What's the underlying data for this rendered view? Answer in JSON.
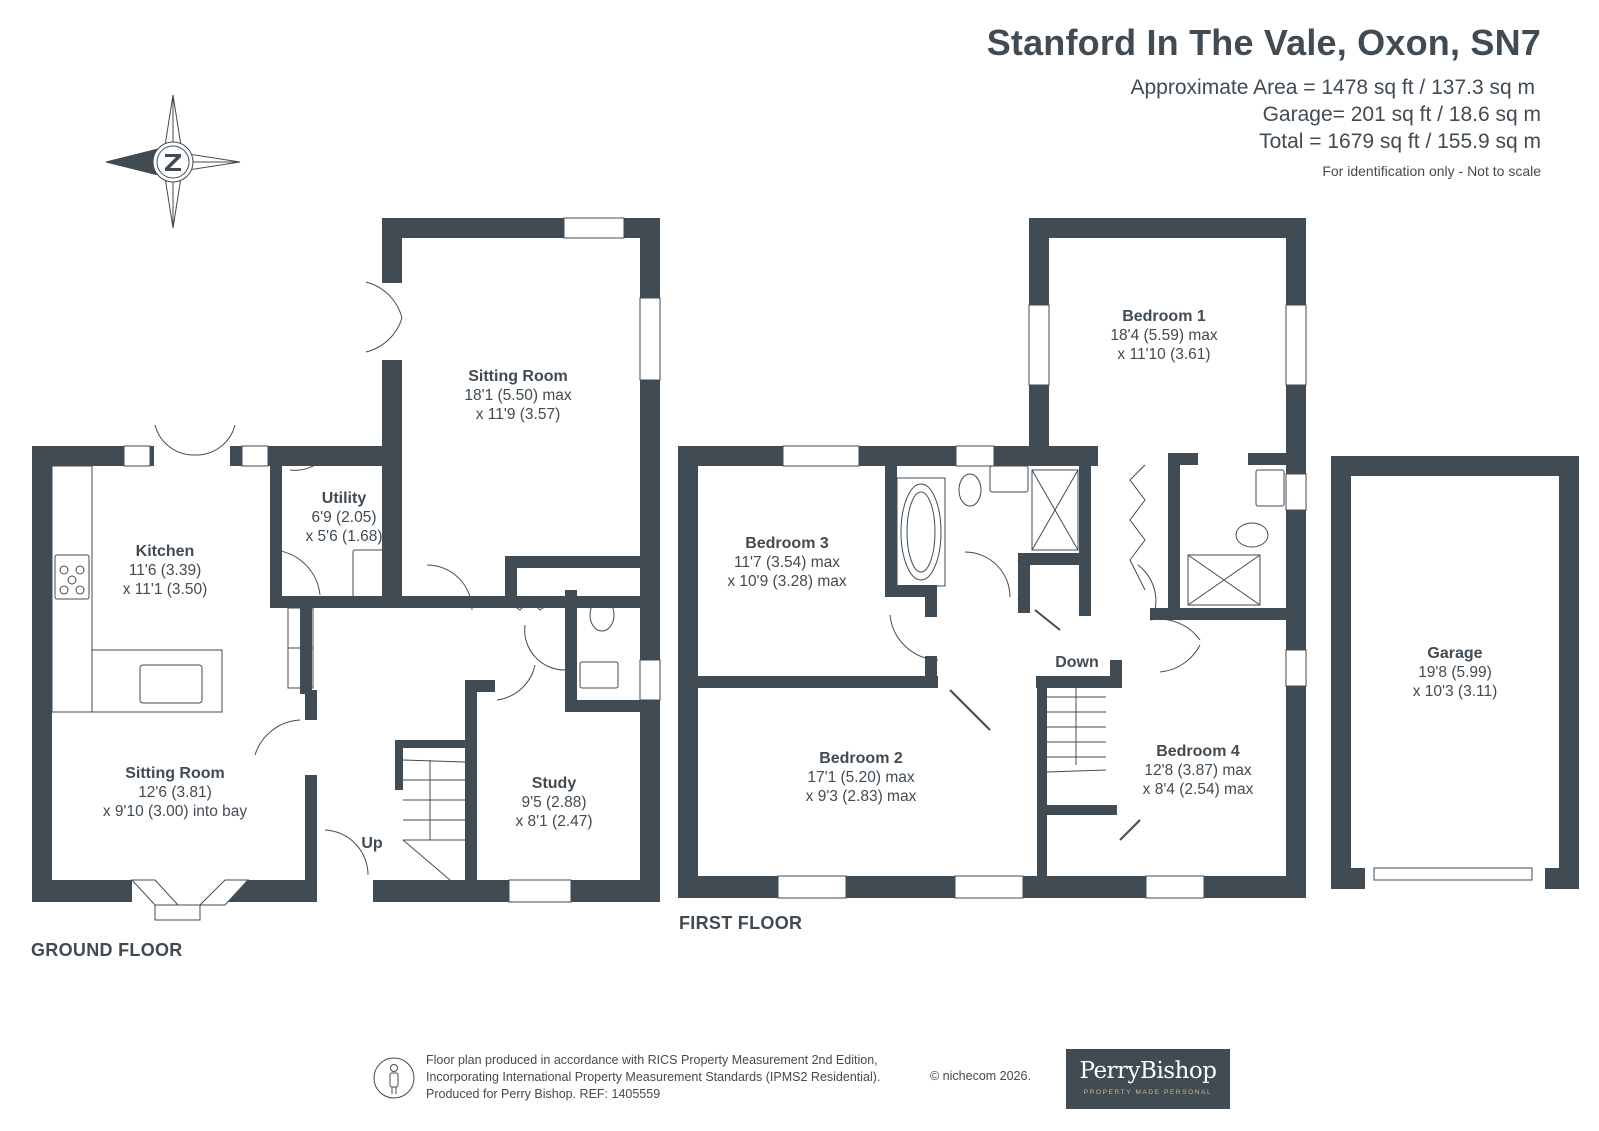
{
  "header": {
    "title": "Stanford In The Vale, Oxon, SN7",
    "areas": [
      "Approximate Area = 1478 sq ft / 137.3 sq m",
      "Garage= 201 sq ft / 18.6 sq m",
      "Total = 1679 sq ft / 155.9 sq m"
    ],
    "disclaimer": "For identification only - Not to scale"
  },
  "compass": {
    "icon": "north-compass-icon",
    "label": "N"
  },
  "floors": {
    "ground": {
      "label": "GROUND FLOOR",
      "rooms": [
        {
          "name": "Kitchen",
          "dim1": "11'6 (3.39)",
          "dim2": "x 11'1 (3.50)"
        },
        {
          "name": "Utility",
          "dim1": "6'9 (2.05)",
          "dim2": "x 5'6 (1.68)"
        },
        {
          "name": "Sitting Room",
          "dim1": "18'1 (5.50) max",
          "dim2": "x 11'9 (3.57)"
        },
        {
          "name": "Sitting Room",
          "dim1": "12'6 (3.81)",
          "dim2": "x 9'10 (3.00) into bay"
        },
        {
          "name": "Study",
          "dim1": "9'5 (2.88)",
          "dim2": "x 8'1 (2.47)"
        }
      ],
      "stairs_label": "Up"
    },
    "first": {
      "label": "FIRST FLOOR",
      "rooms": [
        {
          "name": "Bedroom 1",
          "dim1": "18'4 (5.59) max",
          "dim2": "x 11'10 (3.61)"
        },
        {
          "name": "Bedroom 3",
          "dim1": "11'7 (3.54) max",
          "dim2": "x 10'9 (3.28) max"
        },
        {
          "name": "Bedroom 2",
          "dim1": "17'1 (5.20) max",
          "dim2": "x 9'3 (2.83) max"
        },
        {
          "name": "Bedroom 4",
          "dim1": "12'8 (3.87) max",
          "dim2": "x 8'4 (2.54) max"
        }
      ],
      "stairs_label": "Down"
    },
    "garage": {
      "rooms": [
        {
          "name": "Garage",
          "dim1": "19'8 (5.99)",
          "dim2": "x 10'3 (3.11)"
        }
      ]
    }
  },
  "footer": {
    "lines": [
      "Floor plan produced in accordance with RICS Property Measurement 2nd Edition,",
      "Incorporating International Property Measurement Standards (IPMS2 Residential).",
      "Produced for Perry Bishop.   REF: 1405559"
    ],
    "copyright": "© nichecom 2026.",
    "logo_name": "PerryBishop",
    "logo_tagline": "PROPERTY MADE PERSONAL"
  },
  "colors": {
    "wall": "#414b53",
    "text": "#414b53",
    "background": "#ffffff",
    "logo_tag": "#c9b98a"
  }
}
